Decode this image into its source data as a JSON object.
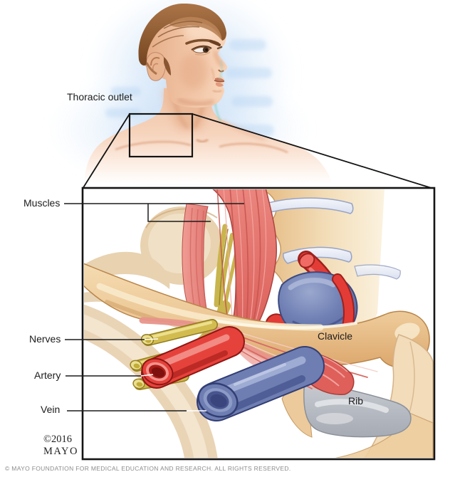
{
  "figure": {
    "region_label": "Thoracic outlet",
    "credit_year": "©2016",
    "credit_org": "MAYO",
    "footer": "© MAYO FOUNDATION FOR MEDICAL EDUCATION AND RESEARCH. ALL RIGHTS RESERVED."
  },
  "labels": {
    "muscles": "Muscles",
    "nerves": "Nerves",
    "artery": "Artery",
    "vein": "Vein",
    "clavicle": "Clavicle",
    "rib": "Rib"
  },
  "colors": {
    "muscle_red": "#e06a64",
    "muscle_light": "#ee938b",
    "nerve_yellow": "#d0ba4e",
    "artery_red": "#e6423c",
    "vein_blue": "#6f7eb2",
    "bone_tan": "#ecc795",
    "pale_bone": "#e9d4b6",
    "rib_cartilage": "#b9bcc2",
    "skin": "#f0c2a2",
    "hair_brown": "#8a582f",
    "glow_blue": "#b2d1f0",
    "line_black": "#1a1a1a"
  }
}
